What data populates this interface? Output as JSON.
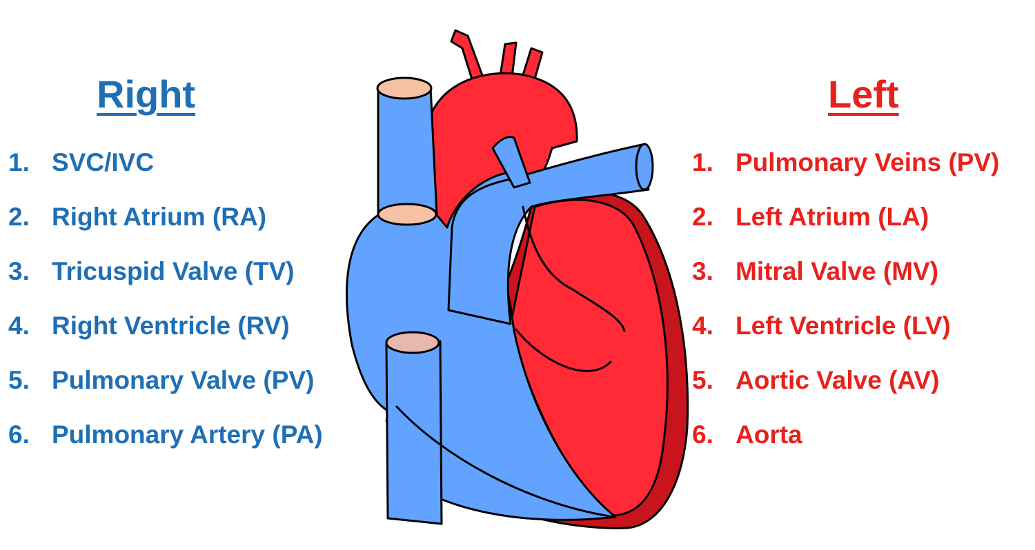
{
  "right": {
    "heading": "Right",
    "color": "#1f6fb5",
    "items": [
      {
        "num": "1.",
        "label": "SVC/IVC"
      },
      {
        "num": "2.",
        "label": "Right Atrium (RA)"
      },
      {
        "num": "3.",
        "label": "Tricuspid Valve (TV)"
      },
      {
        "num": "4.",
        "label": "Right Ventricle (RV)"
      },
      {
        "num": "5.",
        "label": "Pulmonary Valve (PV)"
      },
      {
        "num": "6.",
        "label": "Pulmonary Artery (PA)"
      }
    ]
  },
  "left": {
    "heading": "Left",
    "color": "#e8211c",
    "items": [
      {
        "num": "1.",
        "label": "Pulmonary Veins (PV)"
      },
      {
        "num": "2.",
        "label": "Left Atrium (LA)"
      },
      {
        "num": "3.",
        "label": "Mitral Valve (MV)"
      },
      {
        "num": "4.",
        "label": "Left Ventricle (LV)"
      },
      {
        "num": "5.",
        "label": "Aortic Valve (AV)"
      },
      {
        "num": "6.",
        "label": "Aorta"
      }
    ]
  },
  "heart_illustration": {
    "deoxygenated_color": "#62a3ff",
    "oxygenated_color": "#ff2a36",
    "wall_color": "#c8141c",
    "valve_color": "#f7c1a6",
    "outline_color": "#000000"
  }
}
